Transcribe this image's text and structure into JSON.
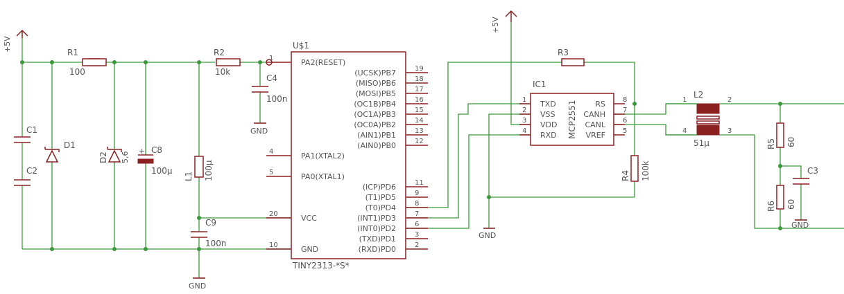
{
  "colors": {
    "wire": "#3a9a3a",
    "symbol": "#8b2121",
    "text": "#545454",
    "background": "#ffffff"
  },
  "power": {
    "vcc_left": "+5V",
    "vcc_right": "+5V",
    "gnd": "GND"
  },
  "components": {
    "r1": {
      "name": "R1",
      "value": "100"
    },
    "r2": {
      "name": "R2",
      "value": "10k"
    },
    "r3": {
      "name": "R3"
    },
    "r4": {
      "name": "R4",
      "value": "100k"
    },
    "r5": {
      "name": "R5",
      "value": "60"
    },
    "r6": {
      "name": "R6",
      "value": "60"
    },
    "c1": {
      "name": "C1"
    },
    "c2": {
      "name": "C2"
    },
    "c3": {
      "name": "C3"
    },
    "c4": {
      "name": "C4",
      "value": "100n"
    },
    "c8": {
      "name": "C8",
      "value": "100µ"
    },
    "c9": {
      "name": "C9",
      "value": "100n"
    },
    "d1": {
      "name": "D1"
    },
    "d2": {
      "name": "D2",
      "value": "5,6"
    },
    "l1": {
      "name": "L1",
      "value": "100µ"
    },
    "l2": {
      "name": "L2",
      "value": "51µ",
      "pins": [
        "1",
        "2",
        "3",
        "4"
      ]
    }
  },
  "mcu": {
    "name": "U$1",
    "part": "TINY2313-*S*",
    "pins_left": [
      {
        "num": "1",
        "label": "PA2(RESET)"
      },
      {
        "num": "4",
        "label": "PA1(XTAL2)"
      },
      {
        "num": "5",
        "label": "PA0(XTAL1)"
      },
      {
        "num": "20",
        "label": "VCC"
      },
      {
        "num": "10",
        "label": "GND"
      }
    ],
    "pins_right": [
      {
        "num": "19",
        "label": "(UCSK)PB7"
      },
      {
        "num": "18",
        "label": "(MISO)PB6"
      },
      {
        "num": "17",
        "label": "(MOSI)PB5"
      },
      {
        "num": "16",
        "label": "(OC1B)PB4"
      },
      {
        "num": "15",
        "label": "(OC1A)PB3"
      },
      {
        "num": "14",
        "label": "(OC0A)PB2"
      },
      {
        "num": "13",
        "label": "(AIN1)PB1"
      },
      {
        "num": "12",
        "label": "(AIN0)PB0"
      },
      {
        "num": "11",
        "label": "(ICP)PD6"
      },
      {
        "num": "9",
        "label": "(T1)PD5"
      },
      {
        "num": "8",
        "label": "(T0)PD4"
      },
      {
        "num": "7",
        "label": "(INT1)PD3"
      },
      {
        "num": "6",
        "label": "(INT0)PD2"
      },
      {
        "num": "3",
        "label": "(TXD)PD1"
      },
      {
        "num": "2",
        "label": "(RXD)PD0"
      }
    ]
  },
  "can_ic": {
    "name": "IC1",
    "part": "MCP2551",
    "pins_left": [
      {
        "num": "1",
        "label": "TXD"
      },
      {
        "num": "2",
        "label": "VSS"
      },
      {
        "num": "3",
        "label": "VDD"
      },
      {
        "num": "4",
        "label": "RXD"
      }
    ],
    "pins_right": [
      {
        "num": "8",
        "label": "RS"
      },
      {
        "num": "7",
        "label": "CANH"
      },
      {
        "num": "6",
        "label": "CANL"
      },
      {
        "num": "5",
        "label": "VREF"
      }
    ]
  }
}
